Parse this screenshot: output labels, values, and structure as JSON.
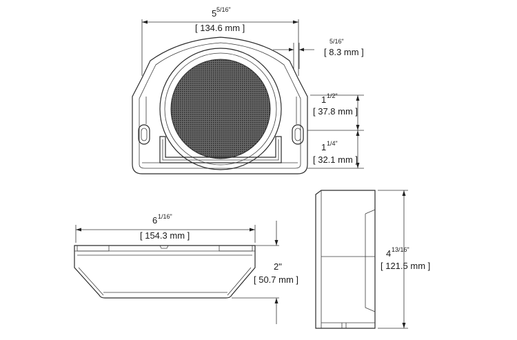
{
  "dimensions": {
    "front_width": {
      "whole": "5",
      "fraction": "5/16\"",
      "metric": "[ 134.6 mm ]"
    },
    "bezel_depth": {
      "fraction": "5/16\"",
      "metric": "[ 8.3 mm ]"
    },
    "upper_height": {
      "whole": "1",
      "fraction": "1/2\"",
      "metric": "[ 37.8 mm ]"
    },
    "lower_height": {
      "whole": "1",
      "fraction": "1/4\"",
      "metric": "[ 32.1 mm ]"
    },
    "bottom_width": {
      "whole": "6",
      "fraction": "1/16\"",
      "metric": "[ 154.3 mm ]"
    },
    "bottom_depth": {
      "whole": "2\"",
      "metric": "[ 50.7 mm ]"
    },
    "side_height": {
      "whole": "4",
      "fraction": "13/16\"",
      "metric": "[ 121.5 mm ]"
    }
  },
  "colors": {
    "line": "#2a2a2a",
    "grille": "#3c3c3c"
  }
}
